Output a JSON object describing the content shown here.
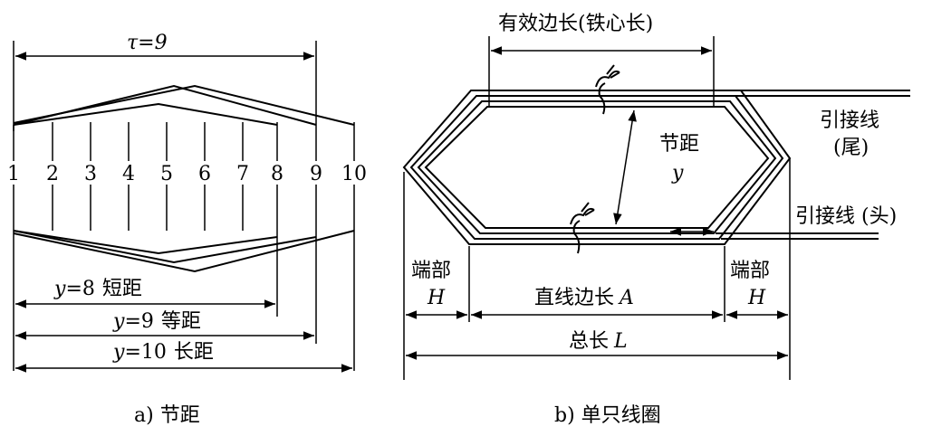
{
  "panel_a": {
    "tau_label": "τ=9",
    "slot_numbers": [
      "1",
      "2",
      "3",
      "4",
      "5",
      "6",
      "7",
      "8",
      "9",
      "10"
    ],
    "pitch_short": {
      "var": "y",
      "value": "=8",
      "text": "短距"
    },
    "pitch_equal": {
      "var": "y",
      "value": "=9",
      "text": "等距"
    },
    "pitch_long": {
      "var": "y",
      "value": "=10",
      "text": "长距"
    },
    "caption": "a) 节距"
  },
  "panel_b": {
    "effective_length": "有效边长(铁心长)",
    "pitch_label": "节距",
    "pitch_var": "y",
    "lead_tail": "引接线",
    "lead_tail_paren": "(尾)",
    "lead_head": "引接线 (头)",
    "end_left": "端部",
    "end_left_var": "H",
    "straight_label": "直线边长",
    "straight_var": "A",
    "end_right": "端部",
    "end_right_var": "H",
    "total_label": "总长",
    "total_var": "L",
    "caption": "b) 单只线圈"
  }
}
